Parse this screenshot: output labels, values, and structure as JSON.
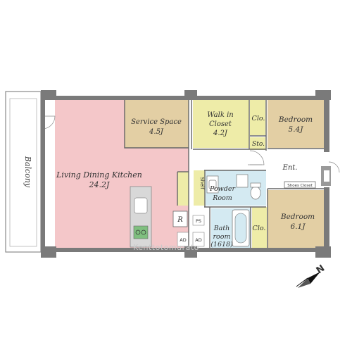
{
  "rooms": {
    "ldk": {
      "name": "Living Dining Kitchen",
      "size": "24.2J"
    },
    "service": {
      "name": "Service Space",
      "size": "4.5J"
    },
    "wic": {
      "line1": "Walk in",
      "line2": "Closet",
      "size": "4.2J"
    },
    "bedroom1": {
      "name": "Bedroom",
      "size": "5.4J"
    },
    "bedroom2": {
      "name": "Bedroom",
      "size": "6.1J"
    },
    "powder": {
      "line1": "Powder",
      "line2": "Room"
    },
    "bath": {
      "line1": "Bath",
      "line2": "room",
      "line3": "(1618)"
    }
  },
  "labels": {
    "balcony": "Balcony",
    "clo1": "Clo.",
    "clo2": "Clo.",
    "sto": "Sto.",
    "ent": "Ent.",
    "shoes_closet": "Shoes Closet",
    "shelf": "Shelf",
    "r": "R",
    "ps": "PS",
    "ad1": "AD",
    "ad2": "AD"
  },
  "watermark": "Kenttotomurato",
  "compass": {
    "letter": "N"
  },
  "colors": {
    "ldk": "#f4c7c9",
    "service": "#e3cfa4",
    "wic": "#eeeca8",
    "bedroom": "#e3cfa4",
    "closet": "#eeeca8",
    "wet": "#d4eaf2",
    "wall": "#7a7a7a"
  }
}
